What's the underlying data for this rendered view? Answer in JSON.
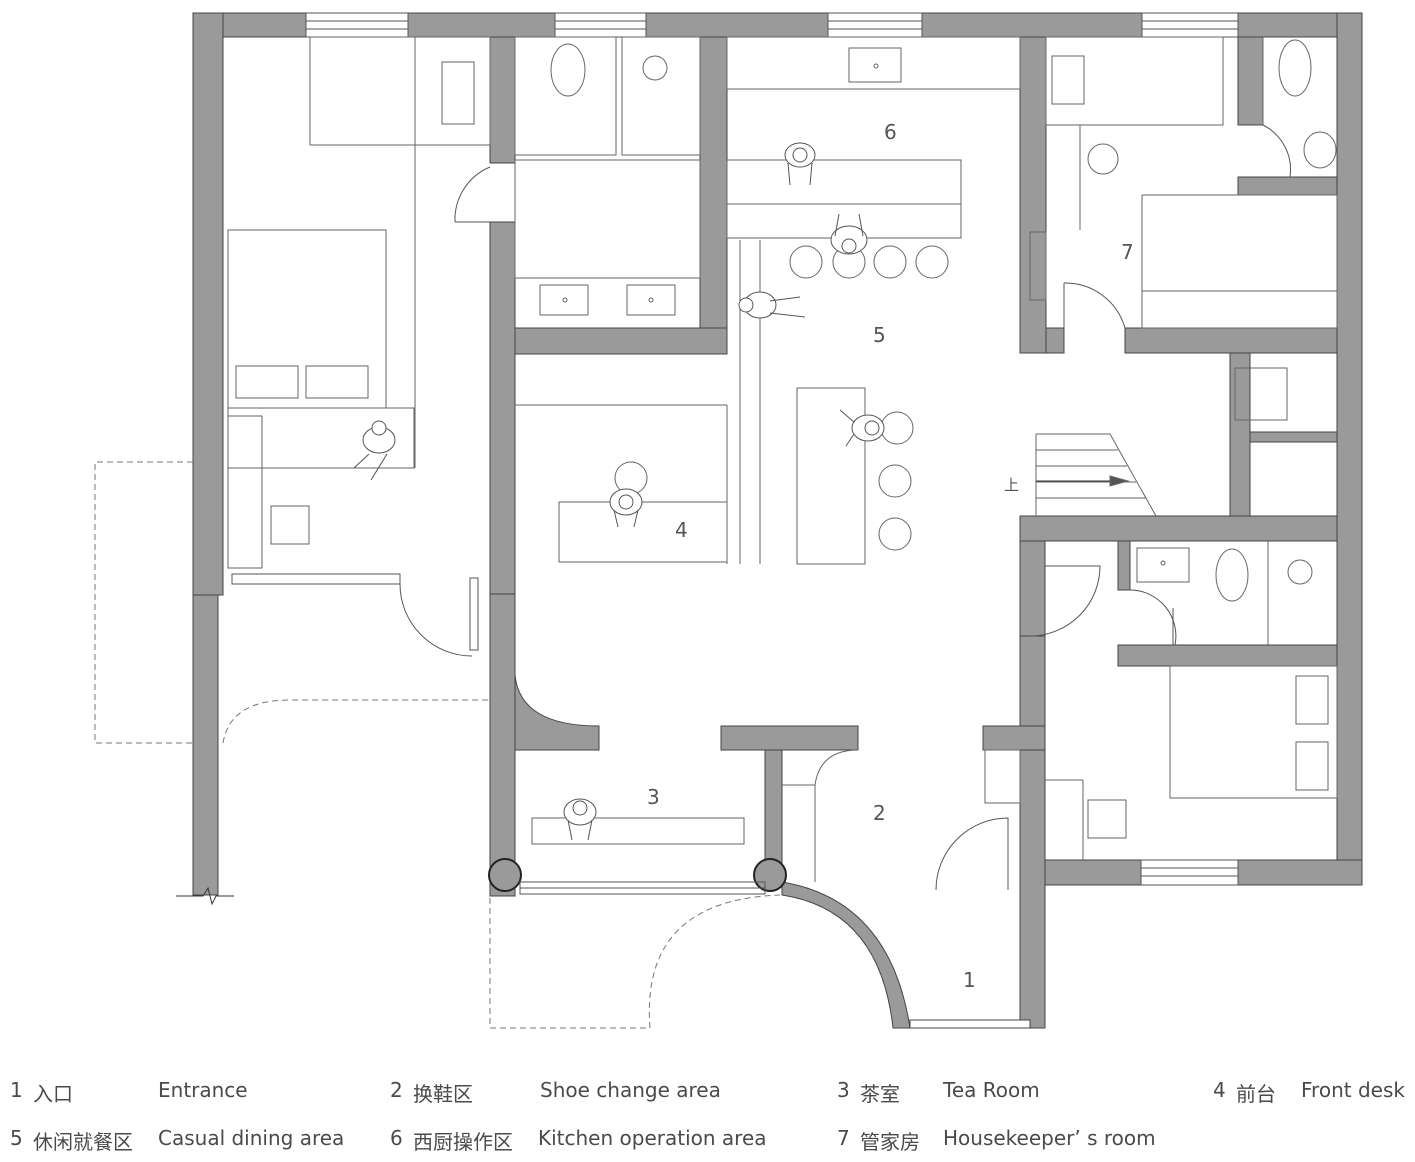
{
  "rooms": {
    "r1": "1",
    "r2": "2",
    "r3": "3",
    "r4": "4",
    "r5": "5",
    "r6": "6",
    "r7": "7"
  },
  "stair_mark": "上",
  "legend": [
    {
      "num": "1",
      "zh": "入口",
      "en": "Entrance"
    },
    {
      "num": "2",
      "zh": "换鞋区",
      "en": "Shoe change area"
    },
    {
      "num": "3",
      "zh": "茶室",
      "en": "Tea Room"
    },
    {
      "num": "4",
      "zh": "前台",
      "en": "Front desk"
    },
    {
      "num": "5",
      "zh": "休闲就餐区",
      "en": "Casual dining area"
    },
    {
      "num": "6",
      "zh": "西厨操作区",
      "en": "Kitchen operation area"
    },
    {
      "num": "7",
      "zh": "管家房",
      "en": "Housekeeper’ s room"
    }
  ],
  "colors": {
    "wall": "#9a9a9a",
    "line": "#555555",
    "text": "#444444"
  }
}
